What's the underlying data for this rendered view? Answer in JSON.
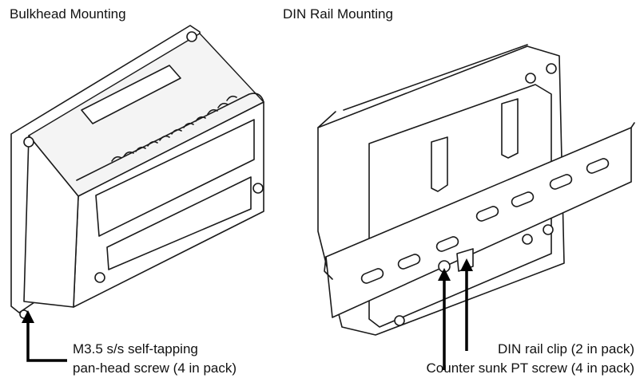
{
  "figure": {
    "left_title": "Bulkhead Mounting",
    "right_title": "DIN Rail Mounting"
  },
  "callouts": {
    "bulkhead_screw_line1": "M3.5 s/s self-tapping",
    "bulkhead_screw_line2": "pan-head screw (4 in pack)",
    "din_clip": "DIN rail clip (2 in pack)",
    "pt_screw": "Counter sunk PT screw (4 in pack)"
  },
  "colors": {
    "line": "#1a1a1a",
    "background": "#ffffff"
  }
}
